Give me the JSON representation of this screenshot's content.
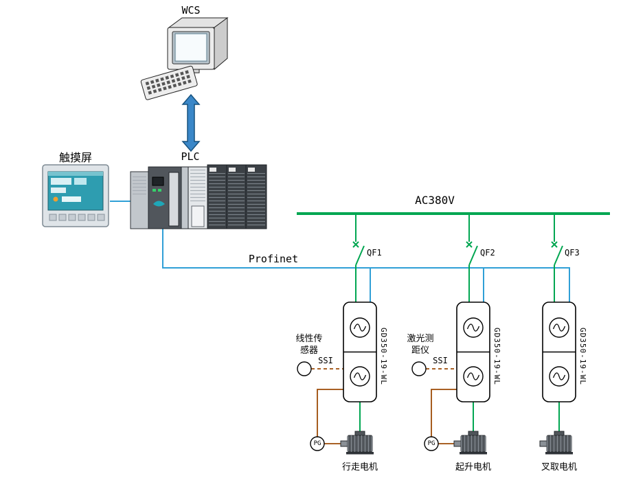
{
  "colors": {
    "power": "#00a651",
    "network": "#2f9fd6",
    "signal": "#9c4a06"
  },
  "labels": {
    "wcs": "WCS",
    "plc": "PLC",
    "hmi": "触摸屏",
    "power_bus": "AC380V",
    "network": "Profinet"
  },
  "breakers": [
    {
      "label": "QF1"
    },
    {
      "label": "QF2"
    },
    {
      "label": "QF3"
    }
  ],
  "drives": [
    {
      "model": "GD350-19-WL"
    },
    {
      "model": "GD350-19-WL"
    },
    {
      "model": "GD350-19-WL"
    }
  ],
  "sensors": [
    {
      "name": "线性传感器",
      "line1": "线性传",
      "line2": "感器",
      "interface": "SSI"
    },
    {
      "name": "激光测距仪",
      "line1": "激光测",
      "line2": "距仪",
      "interface": "SSI"
    }
  ],
  "encoders": [
    {
      "label": "PG"
    },
    {
      "label": "PG"
    }
  ],
  "motors": [
    {
      "label": "行走电机"
    },
    {
      "label": "起升电机"
    },
    {
      "label": "叉取电机"
    }
  ]
}
